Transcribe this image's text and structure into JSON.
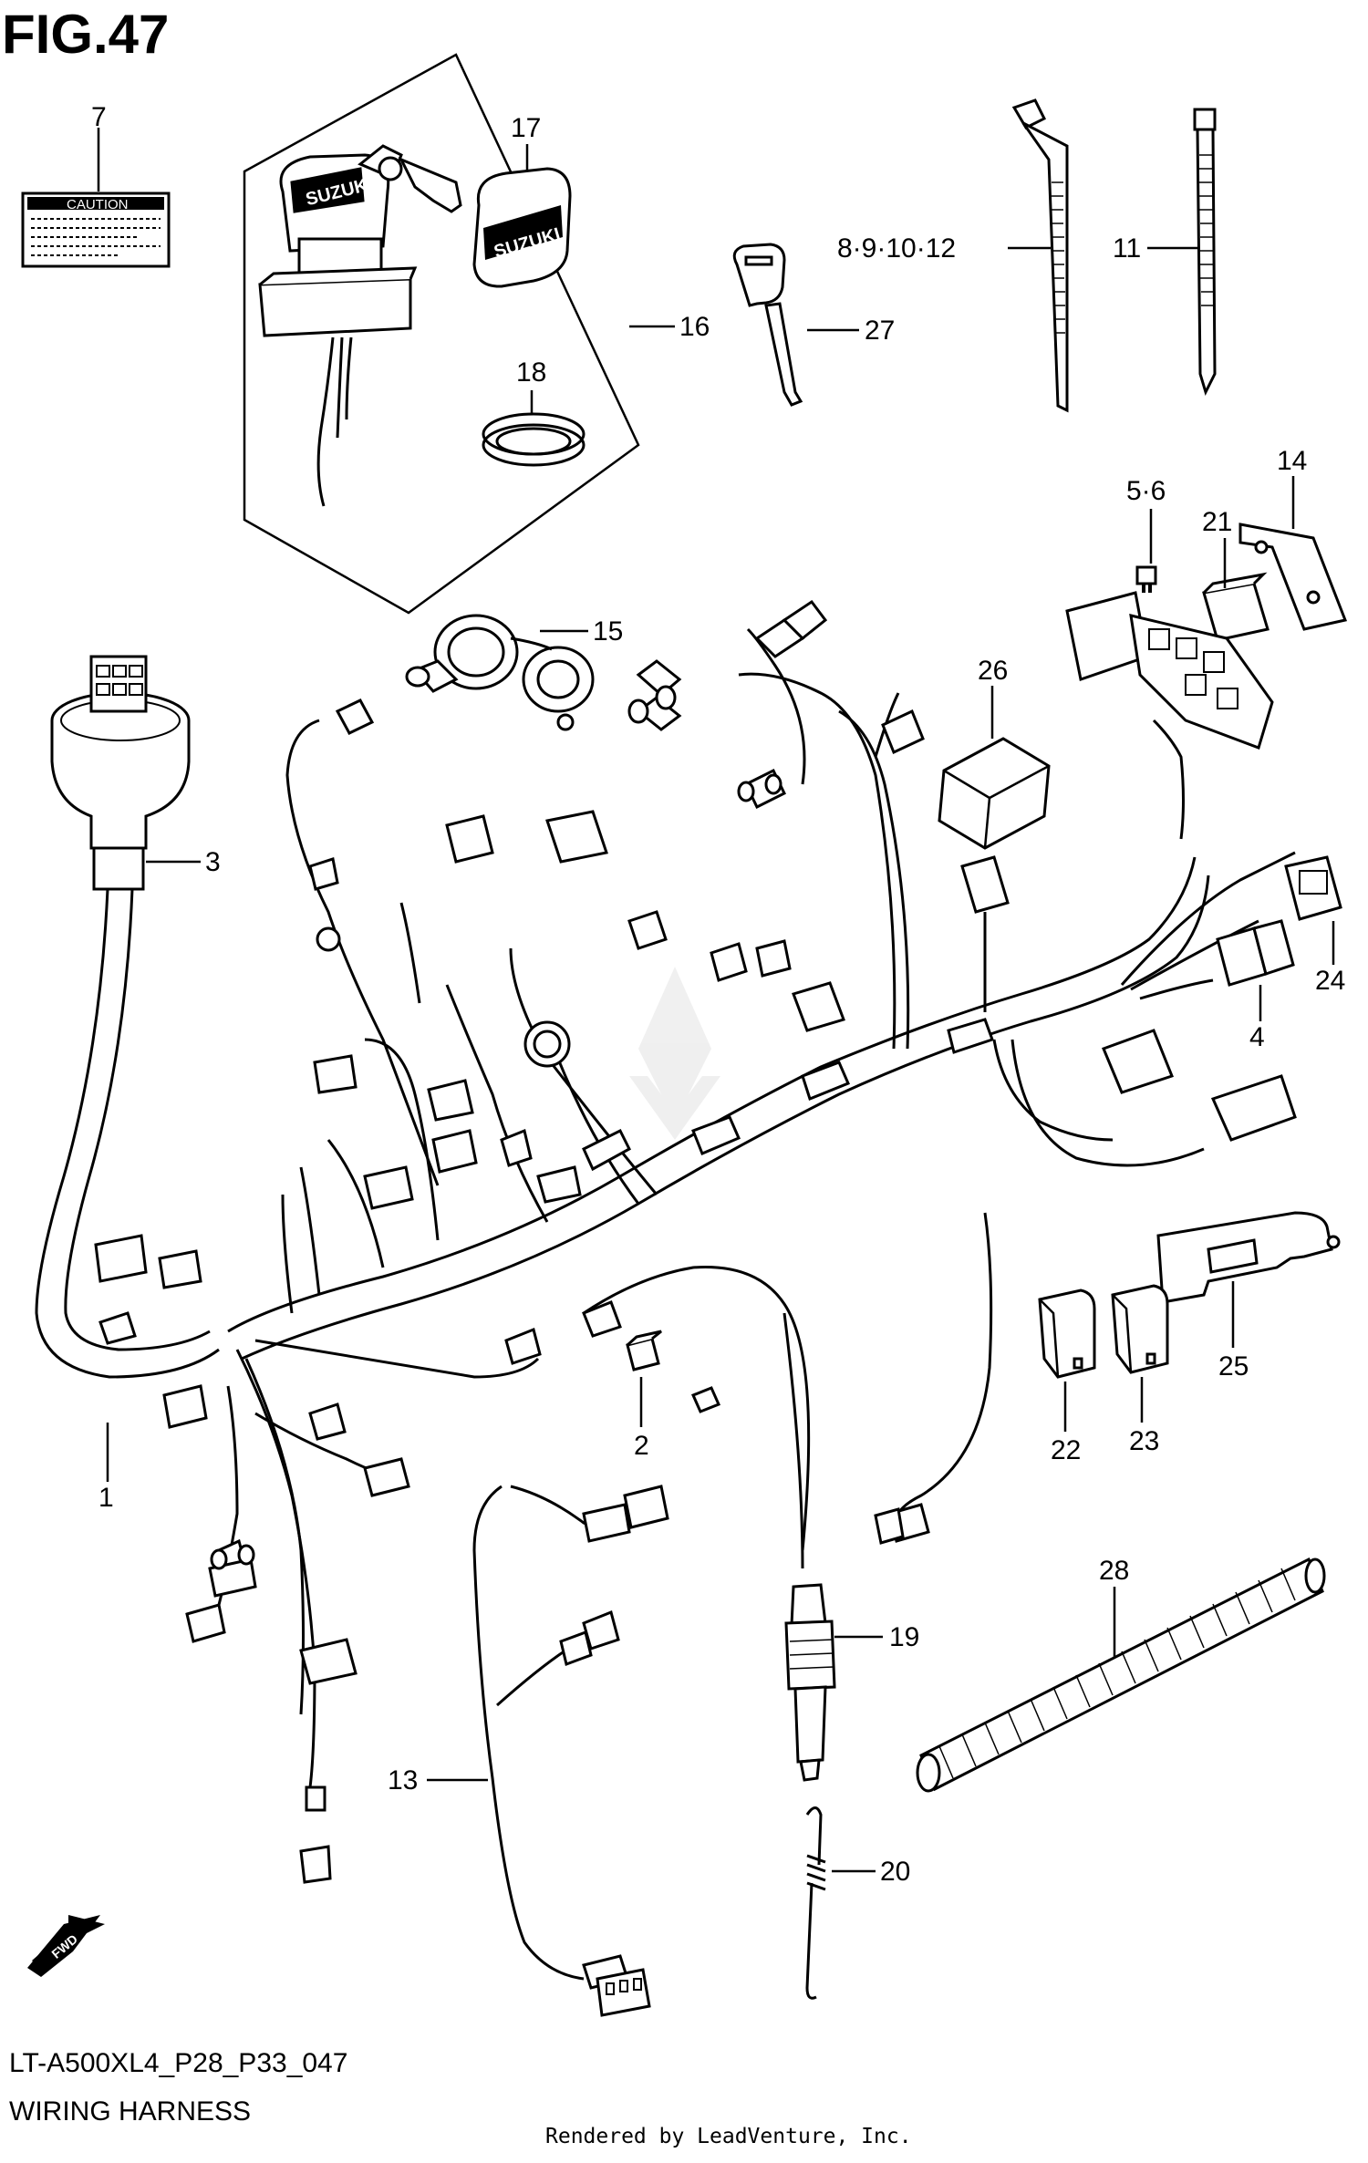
{
  "figure_title": "FIG.47",
  "model_code": "LT-A500XL4_P28_P33_047",
  "section_title": "WIRING HARNESS",
  "render_credit": "Rendered by LeadVenture, Inc.",
  "caution_label_text": "CAUTION",
  "key_brand_text": "SUZUKI",
  "fwd_text": "FWD",
  "callouts": {
    "c1": "1",
    "c2": "2",
    "c3": "3",
    "c4": "4",
    "c5_6": "5·6",
    "c7": "7",
    "c8_12": "8·9·10·12",
    "c11": "11",
    "c13": "13",
    "c14": "14",
    "c15": "15",
    "c16": "16",
    "c17": "17",
    "c18": "18",
    "c19": "19",
    "c20": "20",
    "c21": "21",
    "c22": "22",
    "c23": "23",
    "c24": "24",
    "c25": "25",
    "c26": "26",
    "c27": "27",
    "c28": "28"
  }
}
